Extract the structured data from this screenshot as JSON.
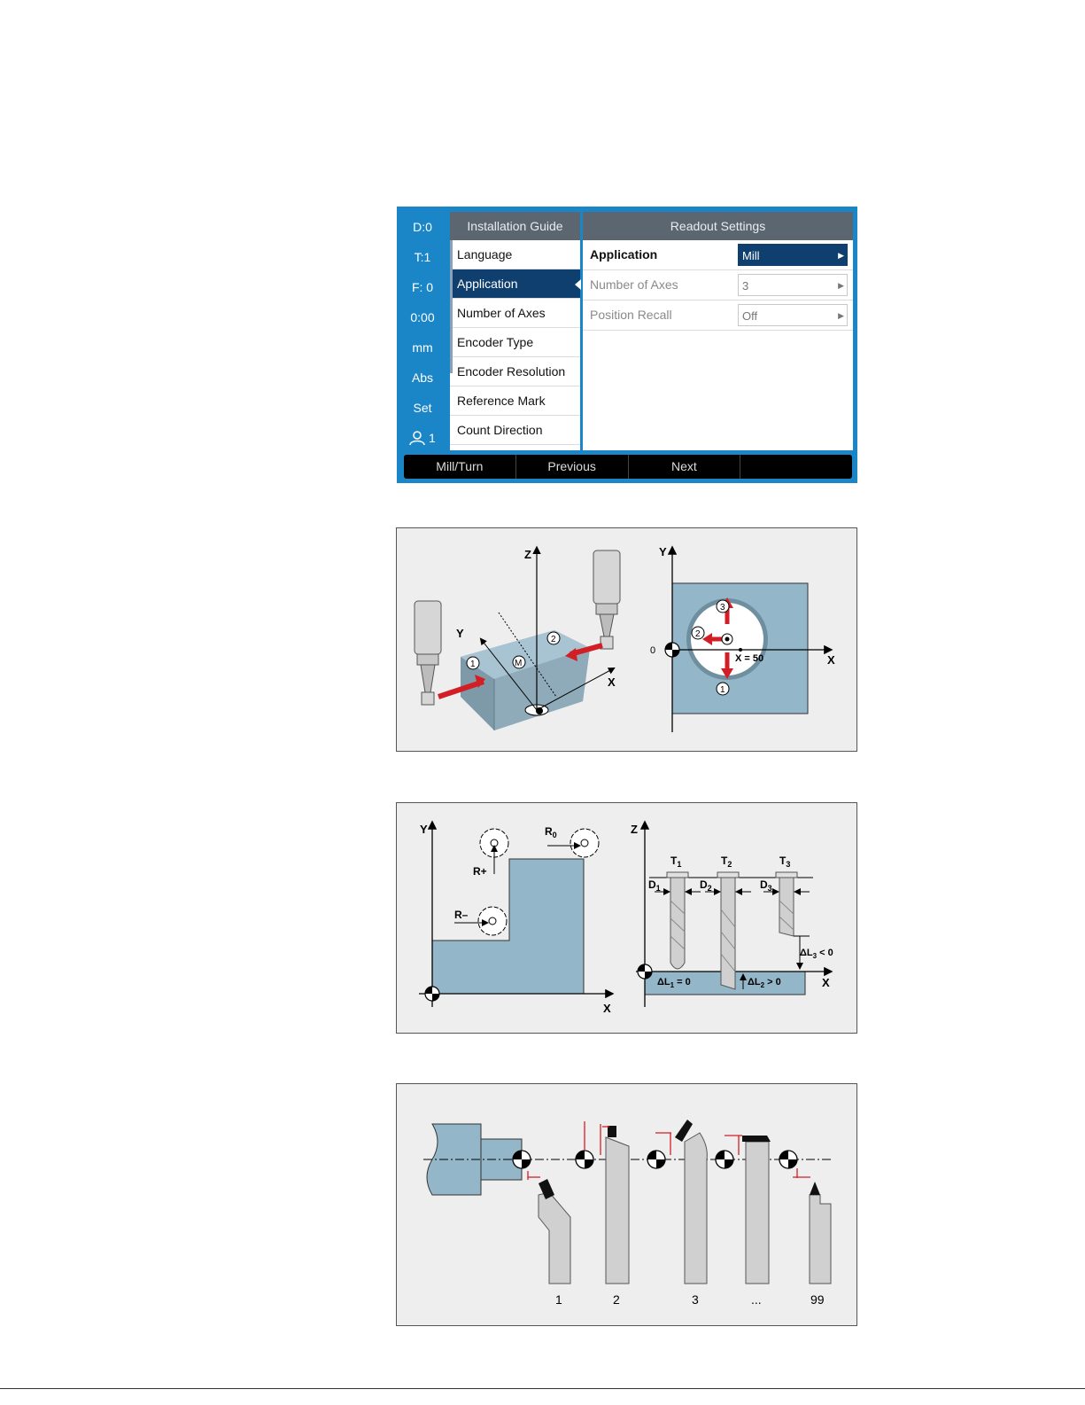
{
  "screen": {
    "status": [
      "D:0",
      "T:1",
      "F:  0",
      "0:00",
      "mm",
      "Abs",
      "Set",
      "1"
    ],
    "guide_title": "Installation Guide",
    "settings_title": "Readout Settings",
    "guide_items": [
      "Language",
      "Application",
      "Number of Axes",
      "Encoder Type",
      "Encoder Resolution",
      "Reference Mark",
      "Count Direction"
    ],
    "selected_guide_item": "Application",
    "settings": [
      {
        "label": "Application",
        "value": "Mill"
      },
      {
        "label": "Number of Axes",
        "value": "3"
      },
      {
        "label": "Position Recall",
        "value": "Off"
      }
    ],
    "softkeys": [
      "Mill/Turn",
      "Previous",
      "Next",
      ""
    ],
    "colors": {
      "frame": "#1a86c8",
      "selected": "#0f3f6e",
      "header": "#5b6670"
    }
  },
  "fig1": {
    "left": {
      "z": "Z",
      "y": "Y",
      "x": "X",
      "m": "M",
      "p1": "1",
      "p2": "2"
    },
    "right": {
      "y": "Y",
      "x": "X",
      "origin": "0",
      "x50": "X = 50",
      "p1": "1",
      "p2": "2",
      "p3": "3"
    }
  },
  "fig2": {
    "left": {
      "y": "Y",
      "x": "X",
      "r0": "R",
      "r0_sub": "0",
      "rplus": "R+",
      "rminus": "R–"
    },
    "right": {
      "z": "Z",
      "x": "X",
      "t1": "T",
      "t1_sub": "1",
      "t2": "T",
      "t2_sub": "2",
      "t3": "T",
      "t3_sub": "3",
      "d1": "D",
      "d1_sub": "1",
      "d2": "D",
      "d2_sub": "2",
      "d3": "D",
      "d3_sub": "3",
      "dl1": "ΔL",
      "dl1_sub": "1",
      "dl1_rest": " = 0",
      "dl2": "ΔL",
      "dl2_sub": "2",
      "dl2_rest": " > 0",
      "dl3": "ΔL",
      "dl3_sub": "3",
      "dl3_rest": " < 0"
    }
  },
  "fig3": {
    "tools": [
      "1",
      "2",
      "3",
      "...",
      "99"
    ]
  }
}
